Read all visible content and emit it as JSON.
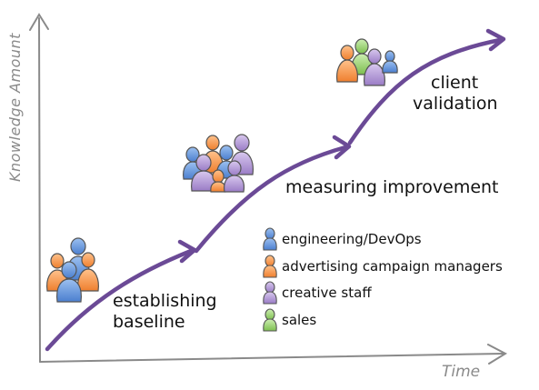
{
  "axes": {
    "x_label": "Time",
    "y_label": "Knowledge Amount"
  },
  "stages": [
    {
      "label_line1": "establishing",
      "label_line2": "baseline"
    },
    {
      "label_line1": "measuring improvement",
      "label_line2": ""
    },
    {
      "label_line1": "client",
      "label_line2": "validation"
    }
  ],
  "legend": [
    {
      "label": "engineering/DevOps",
      "color": "#5b8fd6",
      "icon": "person-icon"
    },
    {
      "label": "advertising campaign managers",
      "color": "#f08a3c",
      "icon": "person-icon"
    },
    {
      "label": "creative staff",
      "color": "#a98bd0",
      "icon": "person-icon"
    },
    {
      "label": "sales",
      "color": "#8fca63",
      "icon": "person-icon"
    }
  ],
  "colors": {
    "path": "#6b4a96",
    "axis": "#8a8a8a",
    "blue": "#5b8fd6",
    "orange": "#f08a3c",
    "purple": "#a98bd0",
    "green": "#8fca63"
  }
}
